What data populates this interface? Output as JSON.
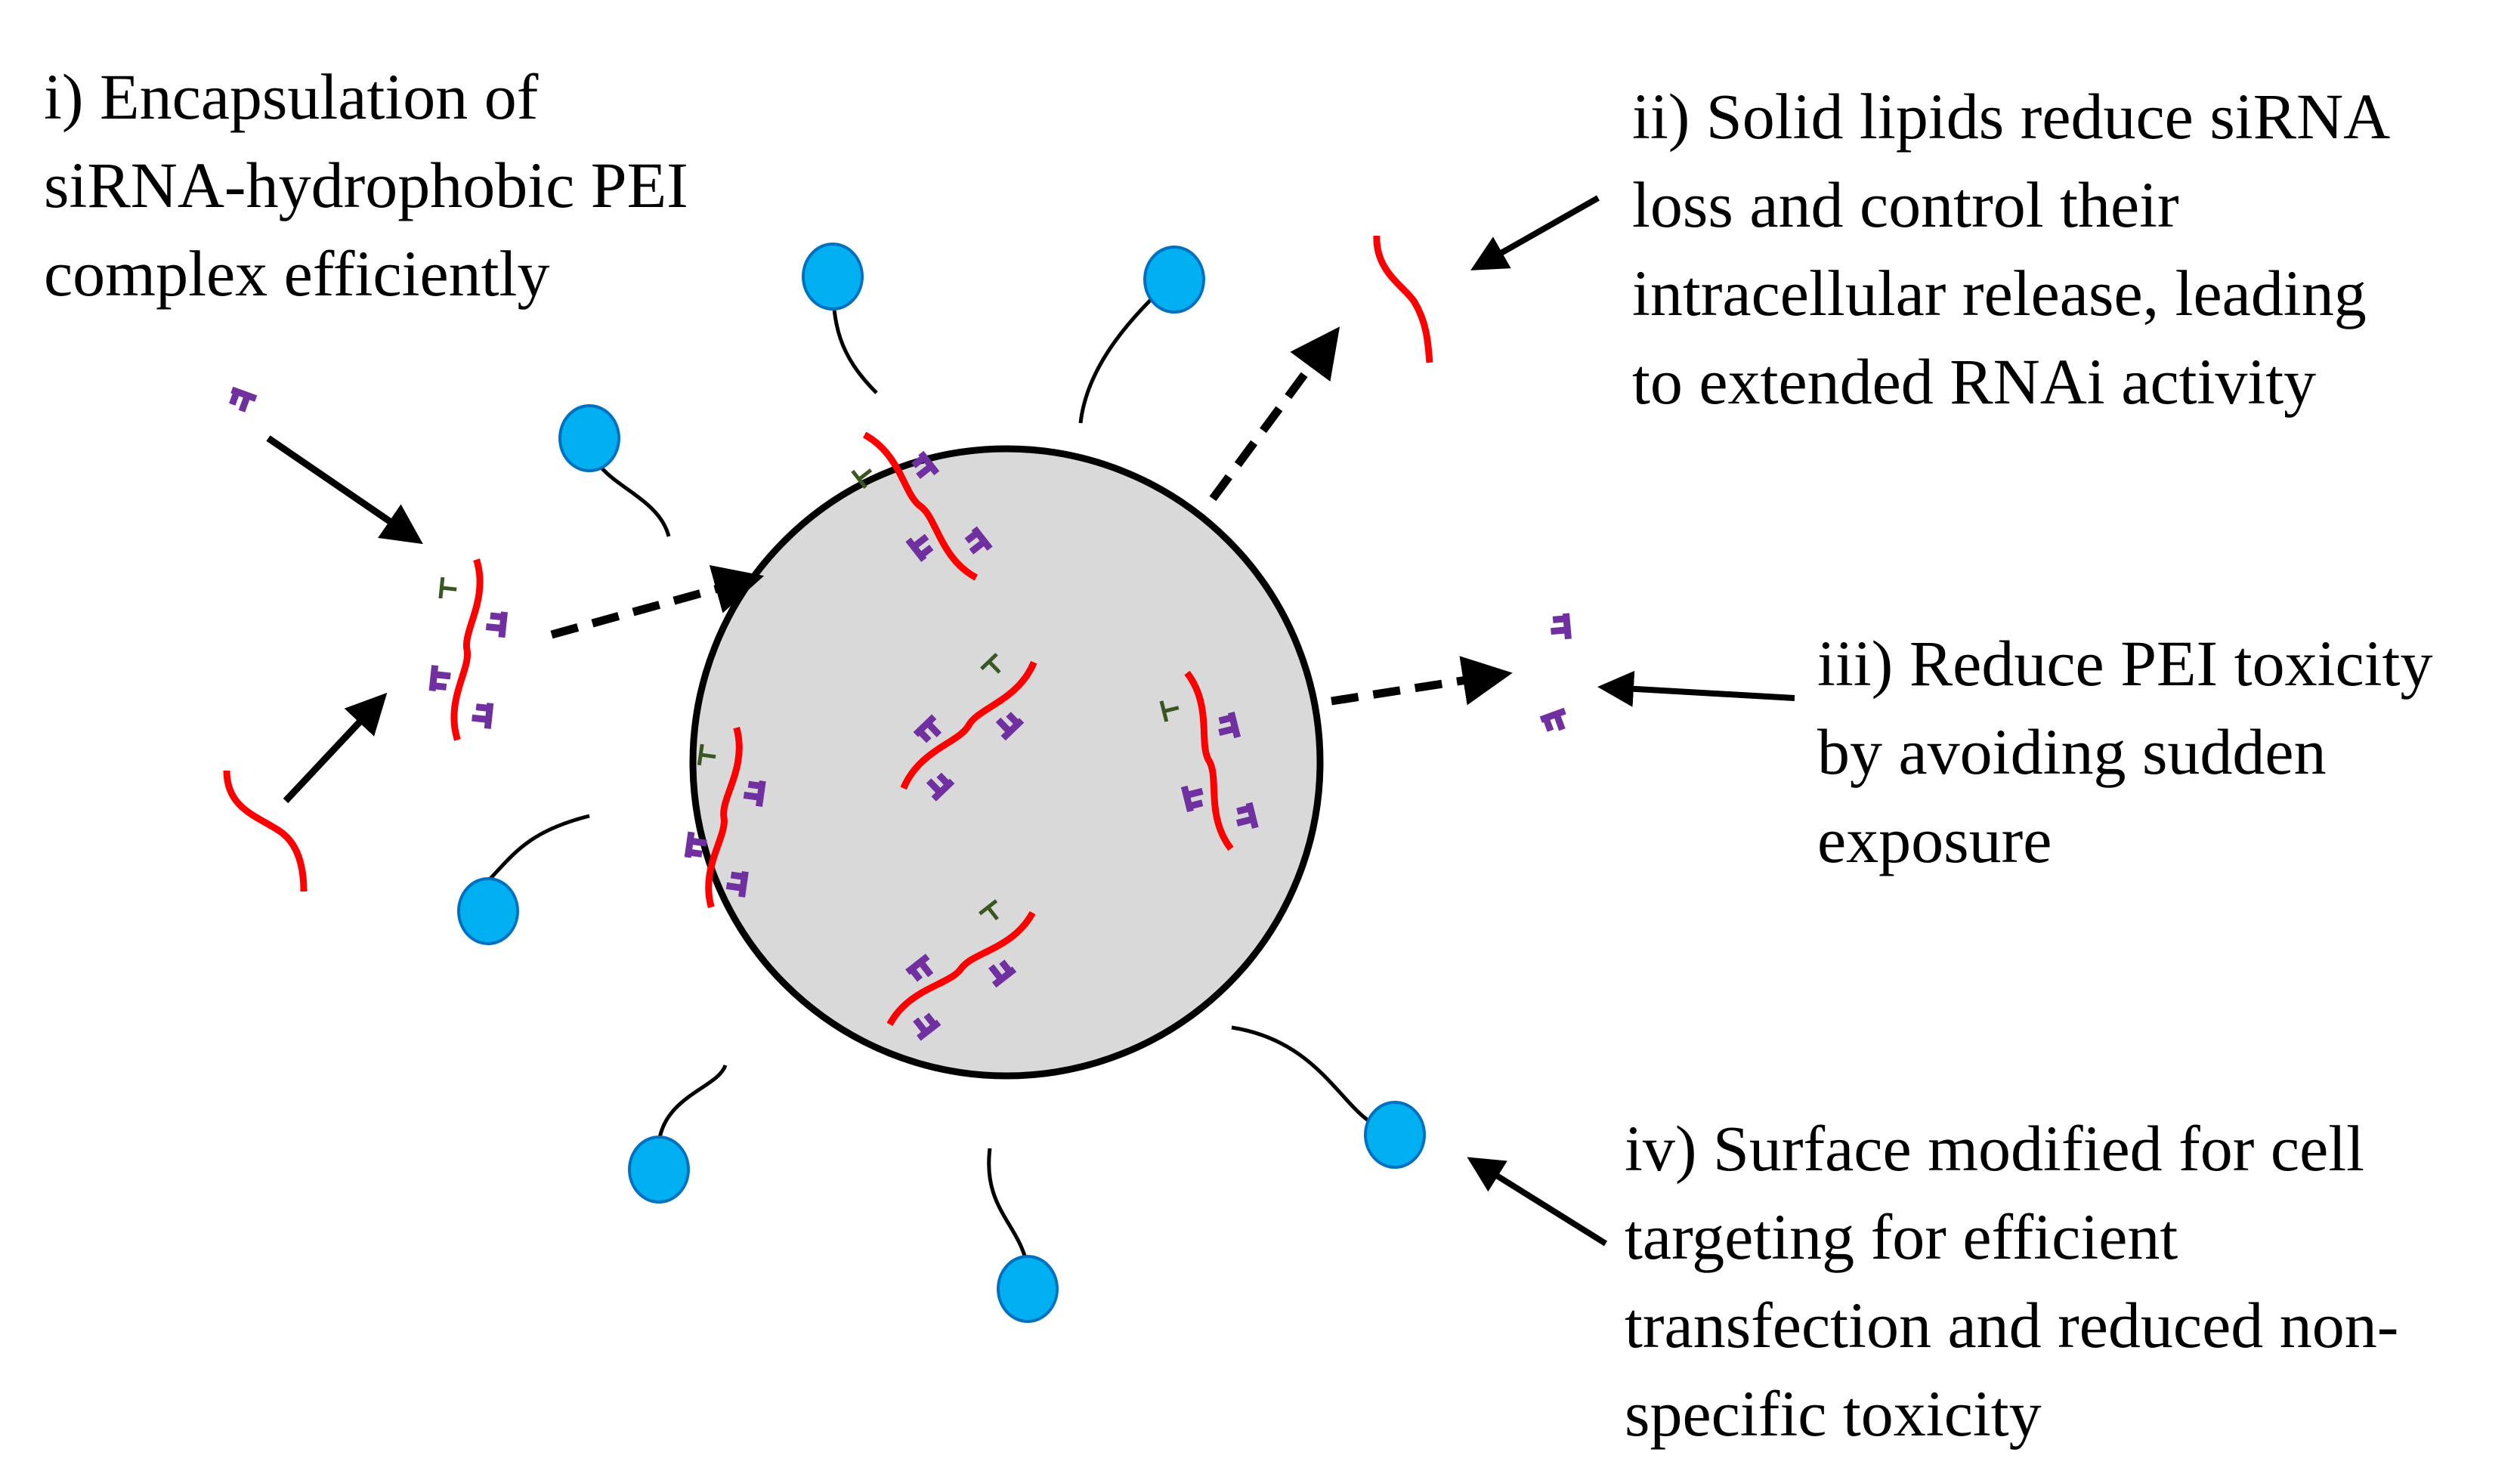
{
  "captions": {
    "i": [
      "i) Encapsulation of",
      "siRNA-hydrophobic PEI",
      "complex efficiently"
    ],
    "ii": [
      "ii) Solid lipids reduce siRNA",
      "loss and control their",
      "intracellular release, leading",
      "to extended RNAi activity"
    ],
    "iii": [
      "iii) Reduce PEI toxicity",
      "by avoiding sudden",
      "exposure"
    ],
    "iv": [
      "iv) Surface modified for cell",
      "targeting for efficient",
      "transfection and reduced non-",
      "specific toxicity"
    ]
  },
  "colors": {
    "nanoparticle_fill": "#d9d9d9",
    "outline": "#000000",
    "sirna": "#ff0000",
    "pei": "#7030a0",
    "hydrophobic_chain": "#385723",
    "ligand": "#00b0f0",
    "ligand_stroke": "#0070c0"
  },
  "icons": {
    "nanoparticle": "solid-lipid-nanoparticle",
    "ligand": "targeting-ligand",
    "complex": "sirna-pei-complex",
    "sirna": "sirna-strand",
    "pei": "pei-fragment"
  }
}
